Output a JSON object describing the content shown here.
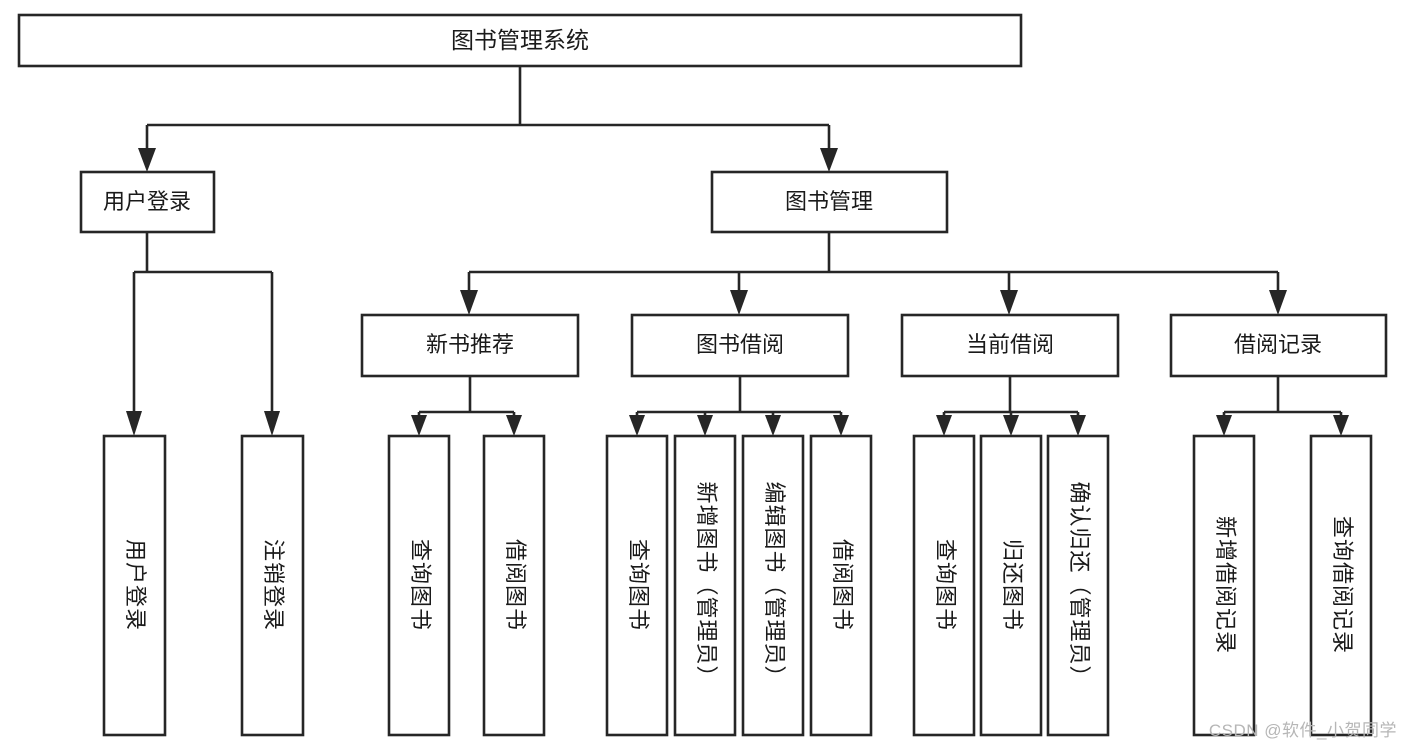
{
  "diagram": {
    "type": "tree-hierarchy-functional-decomposition",
    "root": {
      "id": "root",
      "label": "图书管理系统"
    },
    "level2": [
      {
        "id": "user-login",
        "label": "用户登录"
      },
      {
        "id": "book-manage",
        "label": "图书管理"
      }
    ],
    "level3": [
      {
        "id": "new-book-recommend",
        "label": "新书推荐",
        "parent": "book-manage"
      },
      {
        "id": "book-borrow",
        "label": "图书借阅",
        "parent": "book-manage"
      },
      {
        "id": "current-borrow",
        "label": "当前借阅",
        "parent": "book-manage"
      },
      {
        "id": "borrow-record",
        "label": "借阅记录",
        "parent": "book-manage"
      }
    ],
    "leaves": {
      "user-login": [
        {
          "id": "leaf-user-login",
          "label": "用户登录"
        },
        {
          "id": "leaf-logout-login",
          "label": "注销登录"
        }
      ],
      "new-book-recommend": [
        {
          "id": "leaf-query-book-1",
          "label": "查询图书"
        },
        {
          "id": "leaf-borrow-book-1",
          "label": "借阅图书"
        }
      ],
      "book-borrow": [
        {
          "id": "leaf-query-book-2",
          "label": "查询图书"
        },
        {
          "id": "leaf-add-book",
          "label": "新增图书（管理员）"
        },
        {
          "id": "leaf-edit-book",
          "label": "编辑图书（管理员）"
        },
        {
          "id": "leaf-borrow-book-2",
          "label": "借阅图书"
        }
      ],
      "current-borrow": [
        {
          "id": "leaf-query-book-3",
          "label": "查询图书"
        },
        {
          "id": "leaf-return-book",
          "label": "归还图书"
        },
        {
          "id": "leaf-confirm-return",
          "label": "确认归还（管理员）"
        }
      ],
      "borrow-record": [
        {
          "id": "leaf-add-record",
          "label": "新增借阅记录"
        },
        {
          "id": "leaf-query-record",
          "label": "查询借阅记录"
        }
      ]
    },
    "colors": {
      "stroke": "#262626",
      "fill": "#ffffff",
      "text": "#1a1a1a",
      "background": "#ffffff",
      "watermark": "#b6b6b6"
    }
  },
  "watermark": {
    "text": "CSDN @软件_小贺同学"
  }
}
